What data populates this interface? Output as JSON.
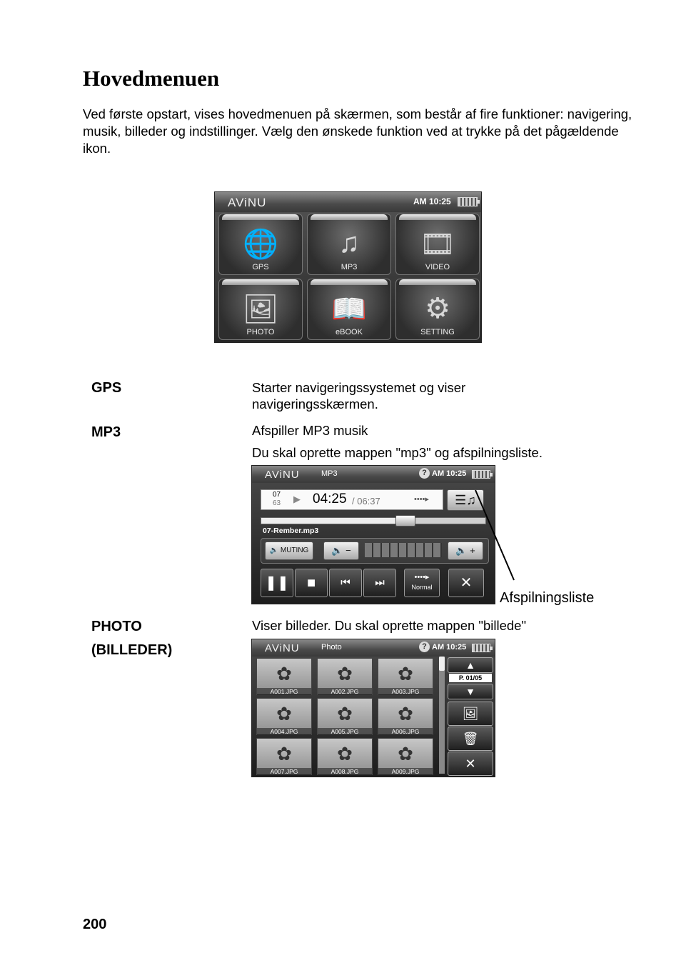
{
  "heading": "Hovedmenuen",
  "intro": "Ved første opstart, vises hovedmenuen på skærmen, som består af fire funktioner: navigering, musik, billeder og indstillinger. Vælg den ønskede funktion ved at trykke på det pågældende ikon.",
  "device": {
    "logo": "AViNU",
    "time": "AM 10:25",
    "menu_tiles": [
      {
        "label": "GPS",
        "icon": "globe-satellite-icon"
      },
      {
        "label": "MP3",
        "icon": "music-disc-icon"
      },
      {
        "label": "VIDEO",
        "icon": "film-reel-icon"
      },
      {
        "label": "PHOTO",
        "icon": "photos-icon"
      },
      {
        "label": "eBOOK",
        "icon": "open-book-icon"
      },
      {
        "label": "SETTING",
        "icon": "gears-icon"
      }
    ]
  },
  "sections": {
    "gps": {
      "term": "GPS",
      "desc": "Starter navigeringssystemet og viser navigeringsskærmen."
    },
    "mp3": {
      "term": "MP3",
      "desc1": "Afspiller MP3 musik",
      "desc2": "Du skal oprette mappen \"mp3\" og afspilningsliste."
    },
    "photo": {
      "term1": "PHOTO",
      "term2": "(BILLEDER)",
      "desc": "Viser billeder. Du skal oprette mappen \"billede\""
    }
  },
  "mp3_screen": {
    "title": "MP3",
    "time": "AM 10:25",
    "track_no": "07",
    "track_total": "63",
    "elapsed": "04:25",
    "duration": "/ 06:37",
    "filename": "07-Rember.mp3",
    "muting_label": "MUTING",
    "mode_label": "Normal",
    "progress_fraction": 0.64,
    "volume_level": 0,
    "callout": "Afspilningsliste"
  },
  "photo_screen": {
    "title": "Photo",
    "time": "AM 10:25",
    "page_label": "P. 01/05",
    "thumbnails": [
      "A001.JPG",
      "A002.JPG",
      "A003.JPG",
      "A004.JPG",
      "A005.JPG",
      "A006.JPG",
      "A007.JPG",
      "A008.JPG",
      "A009.JPG"
    ]
  },
  "page_number": "200"
}
